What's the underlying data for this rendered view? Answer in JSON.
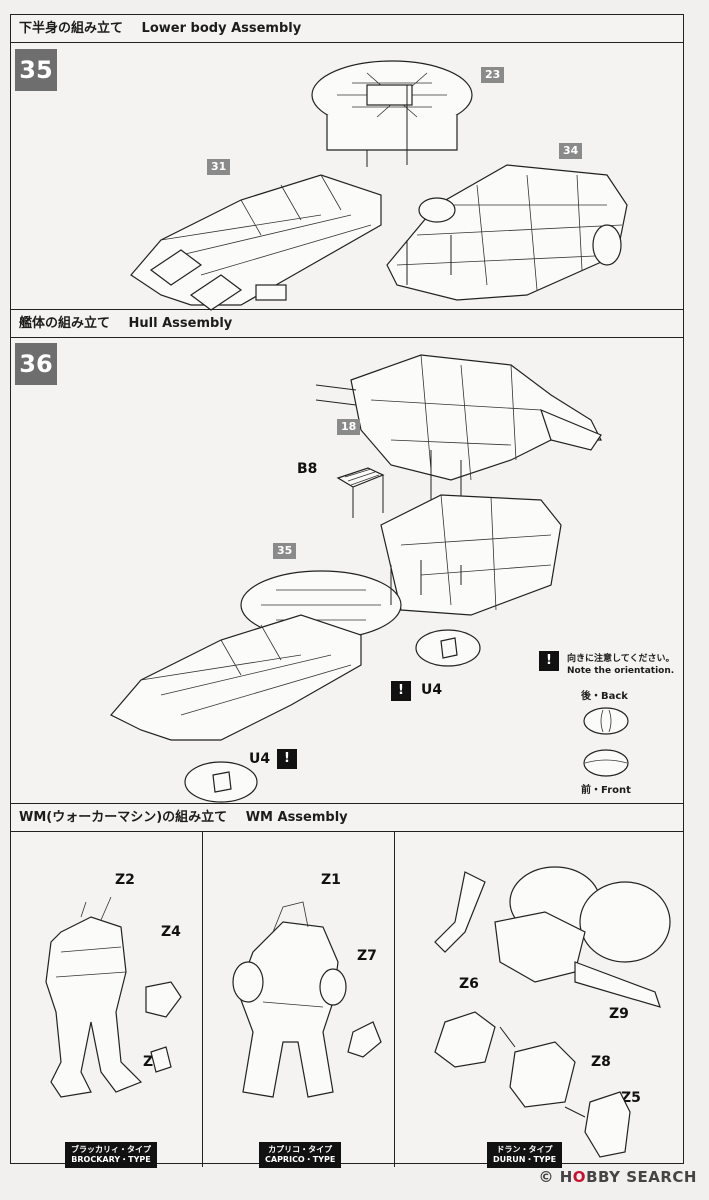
{
  "steps": [
    {
      "number": "35",
      "title_ja": "下半身の組み立て",
      "title_en": "Lower body Assembly",
      "parts": [
        "23",
        "31",
        "34"
      ]
    },
    {
      "number": "36",
      "title_ja": "艦体の組み立て",
      "title_en": "Hull Assembly",
      "parts": [
        "18",
        "B8",
        "35",
        "U4",
        "U4"
      ]
    }
  ],
  "note": {
    "ja": "向きに注意してください。",
    "en": "Note the orientation.",
    "back": "後・Back",
    "front": "前・Front"
  },
  "wm_section": {
    "title_ja": "WM(ウォーカーマシン)の組み立て",
    "title_en": "WM Assembly",
    "panels": [
      {
        "parts": [
          "Z2",
          "Z4",
          "Z3"
        ],
        "type_ja": "ブラッカリィ・タイプ",
        "type_en": "BROCKARY・TYPE"
      },
      {
        "parts": [
          "Z1",
          "Z7"
        ],
        "type_ja": "カプリコ・タイプ",
        "type_en": "CAPRICO・TYPE"
      },
      {
        "parts": [
          "Z6",
          "Z9",
          "Z8",
          "Z5"
        ],
        "type_ja": "ドラン・タイプ",
        "type_en": "DURUN・TYPE"
      }
    ]
  },
  "watermark": {
    "logo": "H",
    "text": "BBY",
    "prefix": "O",
    "suffix": "SEARCH",
    "copyright": "©"
  },
  "icons": [
    "warning-icon"
  ]
}
